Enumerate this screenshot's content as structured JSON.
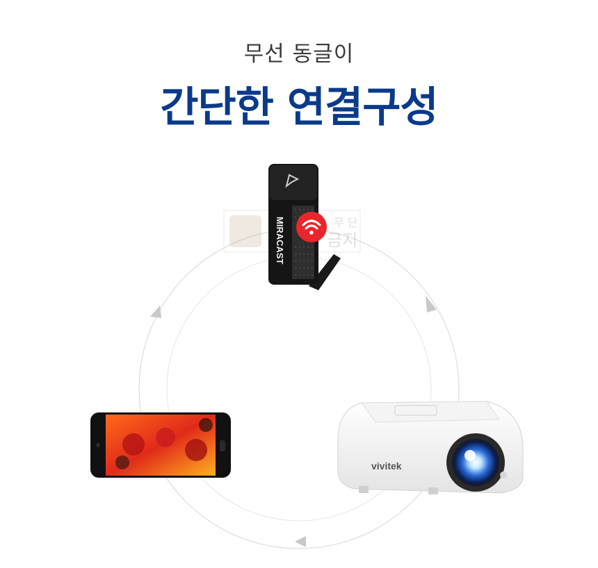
{
  "header": {
    "subtitle": "무선 동글이",
    "title": "간단한 연결구성"
  },
  "devices": {
    "dongle": {
      "brand_label": "MIRACAST",
      "icon": "wifi-icon"
    },
    "projector": {
      "brand_label": "vivitek"
    },
    "phone": {
      "screen": "animated-characters-image"
    }
  },
  "watermark": {
    "text_top": "무 단",
    "text_bottom": "금지"
  },
  "colors": {
    "title": "#0a3a8a",
    "subtitle": "#3a3a3a",
    "wifi_badge": "#e8262b",
    "cycle_line": "#d9d9d9",
    "arrow": "#c8c8c8"
  }
}
